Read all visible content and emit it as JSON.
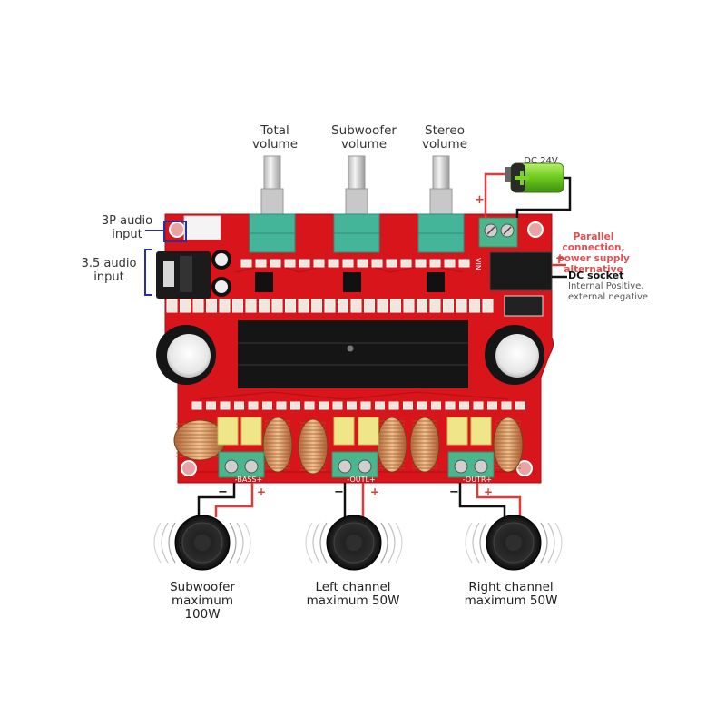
{
  "knobs": [
    {
      "label_line1": "Total",
      "label_line2": "volume"
    },
    {
      "label_line1": "Subwoofer",
      "label_line2": "volume"
    },
    {
      "label_line1": "Stereo",
      "label_line2": "volume"
    }
  ],
  "inputs": {
    "p3_line1": "3P audio",
    "p3_line2": "input",
    "jack_line1": "3.5 audio",
    "jack_line2": "input"
  },
  "power": {
    "battery_label": "DC 24V",
    "plus": "+",
    "minus": "−",
    "parallel_line1": "Parallel connection,",
    "parallel_line2": "power supply",
    "parallel_line3": "alternative",
    "socket_title": "DC socket",
    "socket_line1": "Internal Positive,",
    "socket_line2": "external negative",
    "vin_label": "VIN"
  },
  "outputs": [
    {
      "terminal": "-BASS+",
      "minus": "−",
      "plus": "+",
      "line1": "Subwoofer",
      "line2": "maximum 100W"
    },
    {
      "terminal": "-OUTL+",
      "minus": "−",
      "plus": "+",
      "line1": "Left channel",
      "line2": "maximum 50W"
    },
    {
      "terminal": "-OUTR+",
      "minus": "−",
      "plus": "+",
      "line1": "Right channel",
      "line2": "maximum 50W"
    }
  ],
  "colors": {
    "board": "#d8151b",
    "terminal": "#4bb58e",
    "heatsink": "#151515",
    "wire_red": "#e03a3a",
    "wire_black": "#111111",
    "callout_blue": "#2b2f9e",
    "callout_red": "#e05050",
    "battery_green": "#7ed321"
  }
}
